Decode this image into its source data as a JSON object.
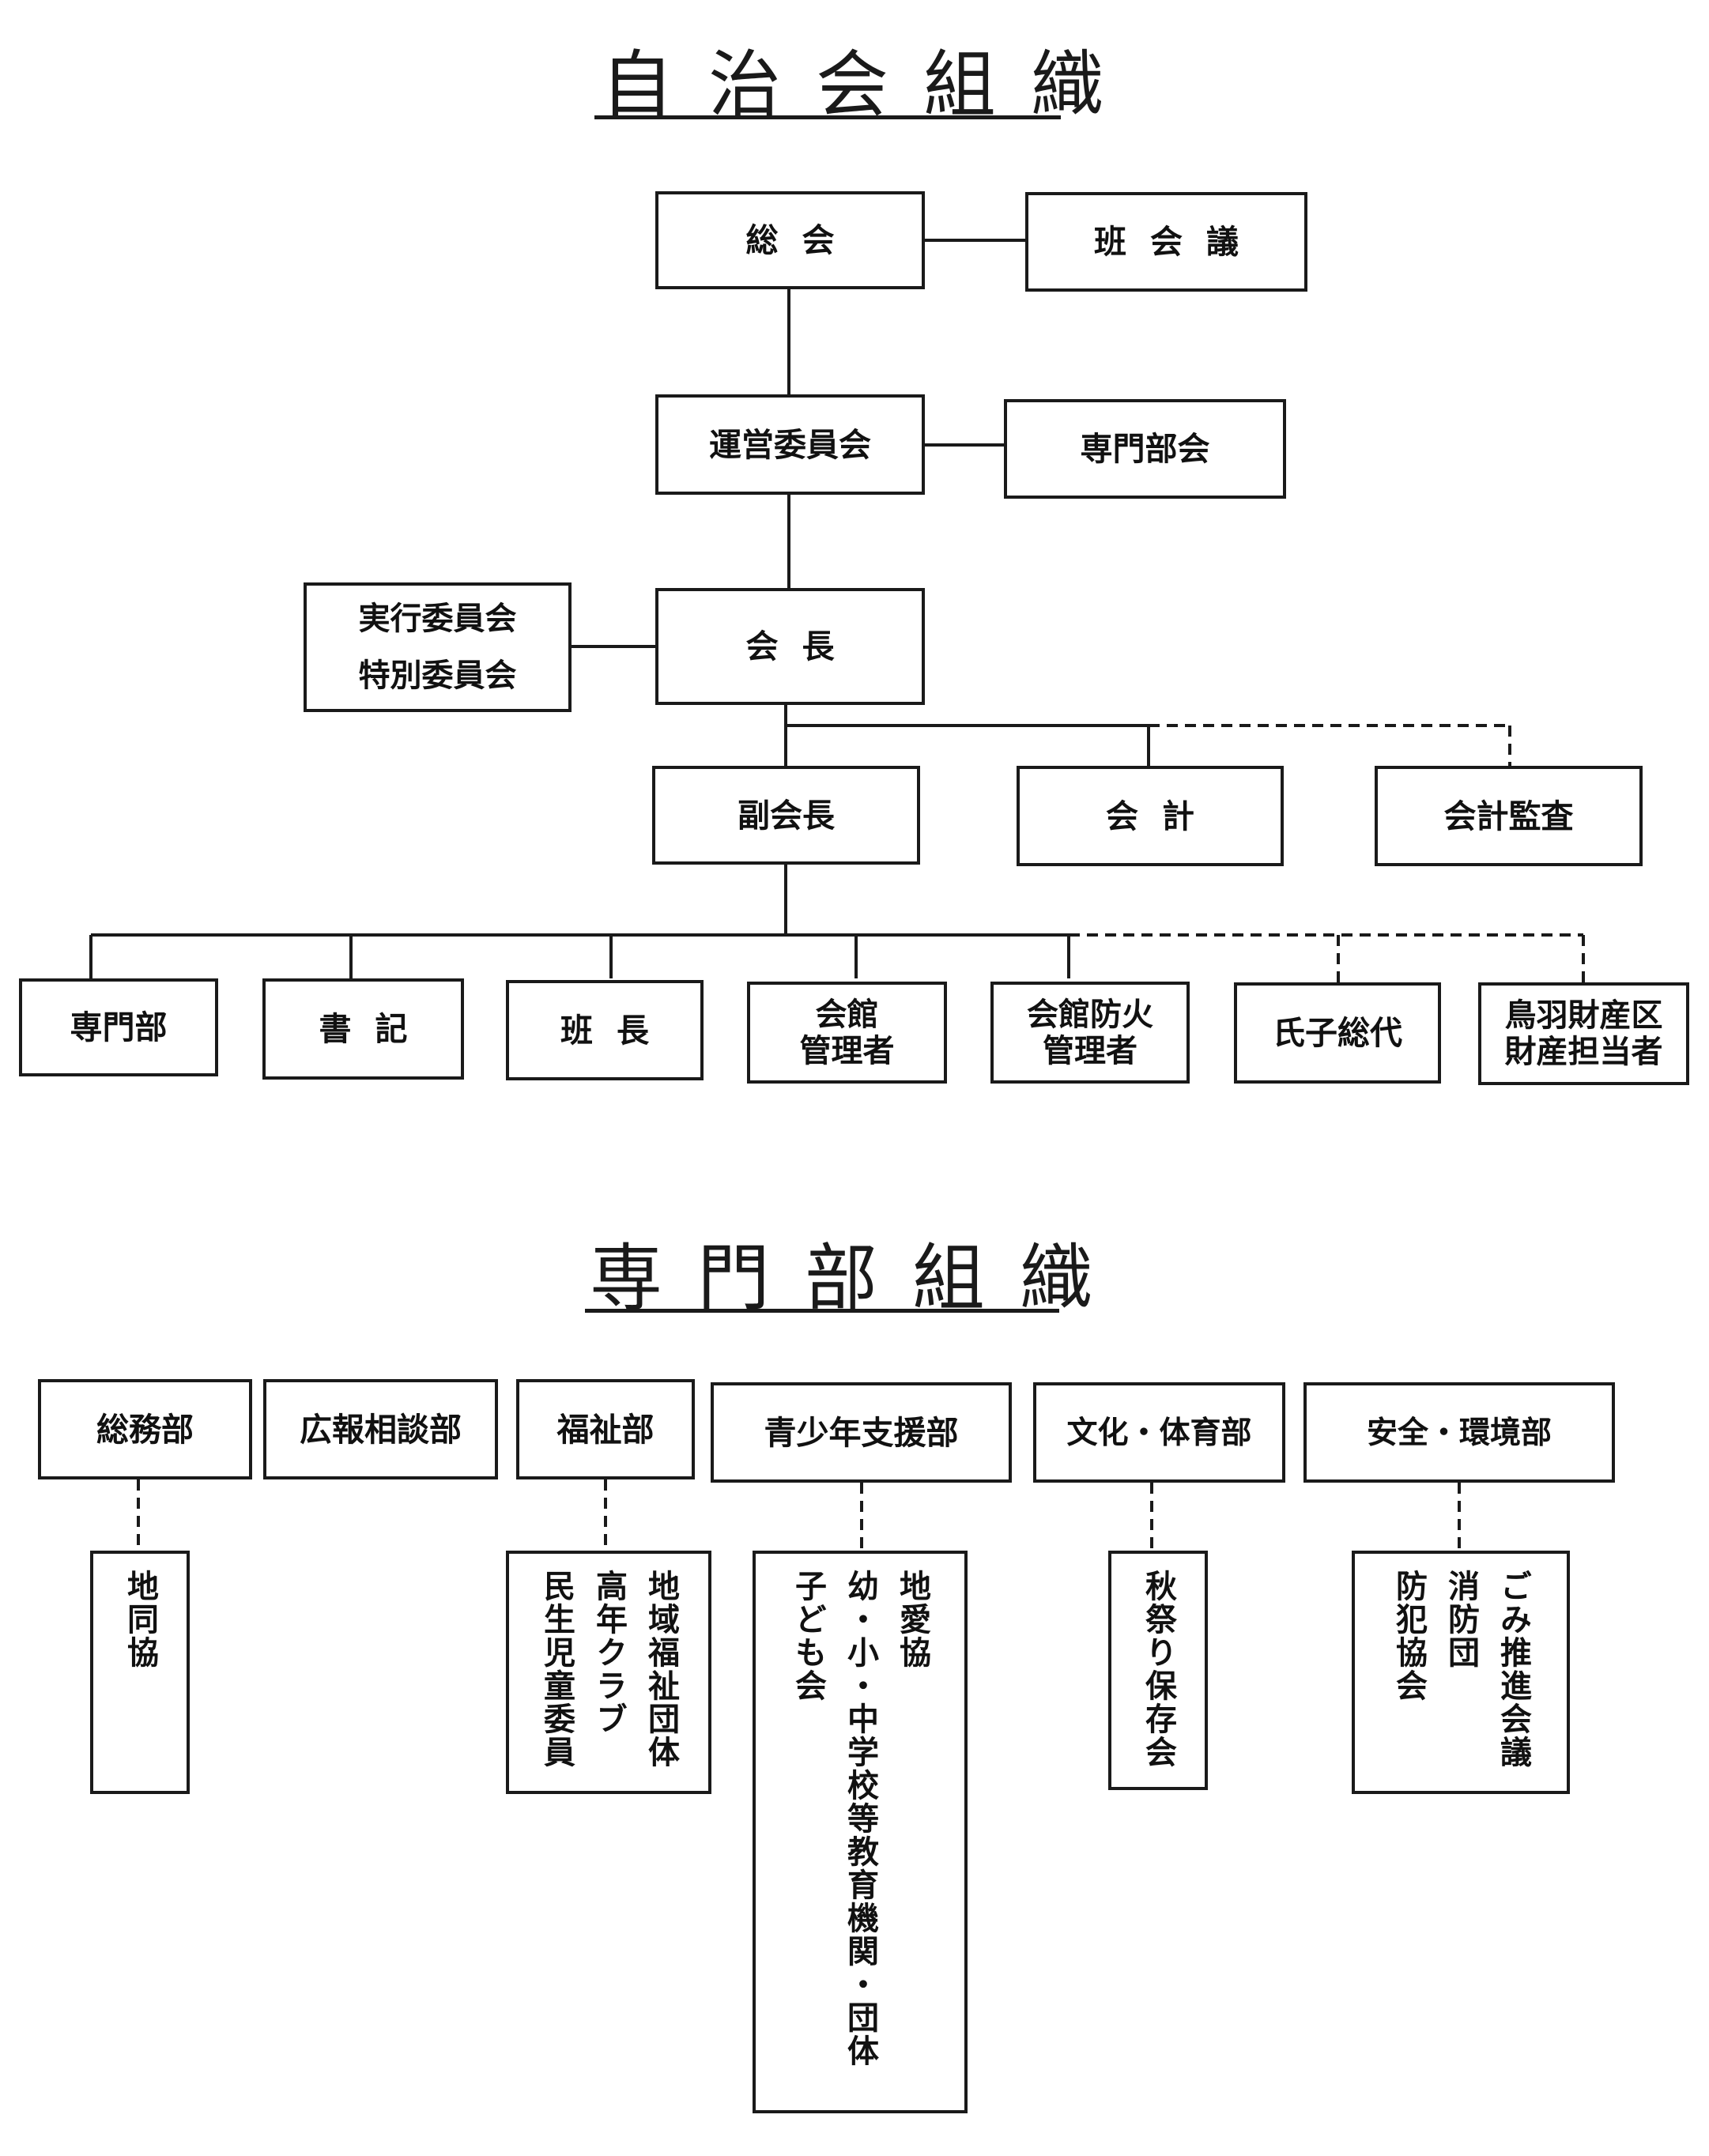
{
  "org": {
    "title": "自治会組織",
    "sokai": "総会",
    "hankaigi": "班会議",
    "uneiiinkai": "運営委員会",
    "senmonbukai": "専門部会",
    "jikko": "実行委員会",
    "tokubetsu": "特別委員会",
    "kaicho": "会長",
    "fukukaicho": "副会長",
    "kaikei": "会計",
    "kaikeikansa": "会計監査",
    "senmonbu": "専門部",
    "shoki": "書記",
    "hancho": "班長",
    "kaikan_kanrisha": [
      "会館",
      "管理者"
    ],
    "kaikan_bouka": [
      "会館防火",
      "管理者"
    ],
    "ujiko": "氏子総代",
    "toba": [
      "鳥羽財産区",
      "財産担当者"
    ]
  },
  "dept": {
    "title": "専門部組織",
    "heads": [
      "総務部",
      "広報相談部",
      "福祉部",
      "青少年支援部",
      "文化・体育部",
      "安全・環境部"
    ],
    "soumu_sub": [
      "地同協"
    ],
    "fukushi_sub": [
      "地域福祉団体",
      "高年クラブ",
      "民生児童委員"
    ],
    "seishonen_sub": [
      "地愛協",
      "幼・小・中学校等教育機関・団体",
      "子ども会"
    ],
    "bunka_sub": [
      "秋祭り保存会"
    ],
    "anzen_sub": [
      "ごみ推進会議",
      "消防団",
      "防犯協会"
    ]
  }
}
